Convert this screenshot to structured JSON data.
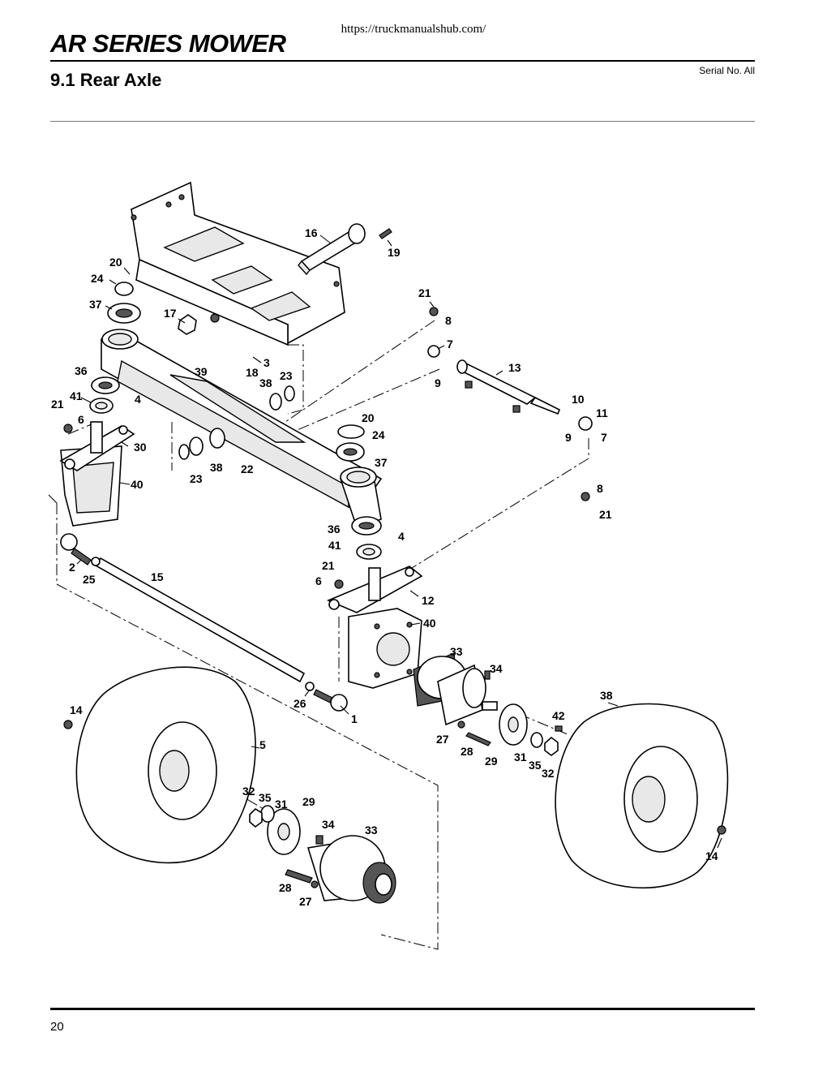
{
  "header": {
    "url": "https://truckmanualshub.com/",
    "title": "AR SERIES MOWER",
    "section": "9.1 Rear Axle",
    "serial": "Serial No. All"
  },
  "footer": {
    "page_number": "20"
  },
  "callouts": [
    {
      "id": "c16a",
      "text": "16"
    },
    {
      "id": "c19",
      "text": "19"
    },
    {
      "id": "c20a",
      "text": "20"
    },
    {
      "id": "c24a",
      "text": "24"
    },
    {
      "id": "c37a",
      "text": "37"
    },
    {
      "id": "c17",
      "text": "17"
    },
    {
      "id": "c21a",
      "text": "21"
    },
    {
      "id": "c8a",
      "text": "8"
    },
    {
      "id": "c7a",
      "text": "7"
    },
    {
      "id": "c3",
      "text": "3"
    },
    {
      "id": "c18",
      "text": "18"
    },
    {
      "id": "c38a",
      "text": "38"
    },
    {
      "id": "c23a",
      "text": "23"
    },
    {
      "id": "c36a",
      "text": "36"
    },
    {
      "id": "c39",
      "text": "39"
    },
    {
      "id": "c9a",
      "text": "9"
    },
    {
      "id": "c13",
      "text": "13"
    },
    {
      "id": "c41a",
      "text": "41"
    },
    {
      "id": "c4a",
      "text": "4"
    },
    {
      "id": "c21b",
      "text": "21"
    },
    {
      "id": "c6a",
      "text": "6"
    },
    {
      "id": "c10",
      "text": "10"
    },
    {
      "id": "c11",
      "text": "11"
    },
    {
      "id": "c20b",
      "text": "20"
    },
    {
      "id": "c24b",
      "text": "24"
    },
    {
      "id": "c9b",
      "text": "9"
    },
    {
      "id": "c7b",
      "text": "7"
    },
    {
      "id": "c30",
      "text": "30"
    },
    {
      "id": "c37b",
      "text": "37"
    },
    {
      "id": "c38b",
      "text": "38"
    },
    {
      "id": "c22",
      "text": "22"
    },
    {
      "id": "c23b",
      "text": "23"
    },
    {
      "id": "c40a",
      "text": "40"
    },
    {
      "id": "c8b",
      "text": "8"
    },
    {
      "id": "c21c",
      "text": "21"
    },
    {
      "id": "c36b",
      "text": "36"
    },
    {
      "id": "c4b",
      "text": "4"
    },
    {
      "id": "c41b",
      "text": "41"
    },
    {
      "id": "c21d",
      "text": "21"
    },
    {
      "id": "c6b",
      "text": "6"
    },
    {
      "id": "c2",
      "text": "2"
    },
    {
      "id": "c25",
      "text": "25"
    },
    {
      "id": "c15",
      "text": "15"
    },
    {
      "id": "c12",
      "text": "12"
    },
    {
      "id": "c40b",
      "text": "40"
    },
    {
      "id": "c33a",
      "text": "33"
    },
    {
      "id": "c34a",
      "text": "34"
    },
    {
      "id": "c38c",
      "text": "38"
    },
    {
      "id": "c26",
      "text": "26"
    },
    {
      "id": "c1",
      "text": "1"
    },
    {
      "id": "c42",
      "text": "42"
    },
    {
      "id": "c14a",
      "text": "14"
    },
    {
      "id": "c27a",
      "text": "27"
    },
    {
      "id": "c28a",
      "text": "28"
    },
    {
      "id": "c29a",
      "text": "29"
    },
    {
      "id": "c31a",
      "text": "31"
    },
    {
      "id": "c35a",
      "text": "35"
    },
    {
      "id": "c32a",
      "text": "32"
    },
    {
      "id": "c5",
      "text": "5"
    },
    {
      "id": "c32b",
      "text": "32"
    },
    {
      "id": "c35b",
      "text": "35"
    },
    {
      "id": "c31b",
      "text": "31"
    },
    {
      "id": "c29b",
      "text": "29"
    },
    {
      "id": "c34b",
      "text": "34"
    },
    {
      "id": "c33b",
      "text": "33"
    },
    {
      "id": "c14b",
      "text": "14"
    },
    {
      "id": "c28b",
      "text": "28"
    },
    {
      "id": "c27b",
      "text": "27"
    }
  ]
}
